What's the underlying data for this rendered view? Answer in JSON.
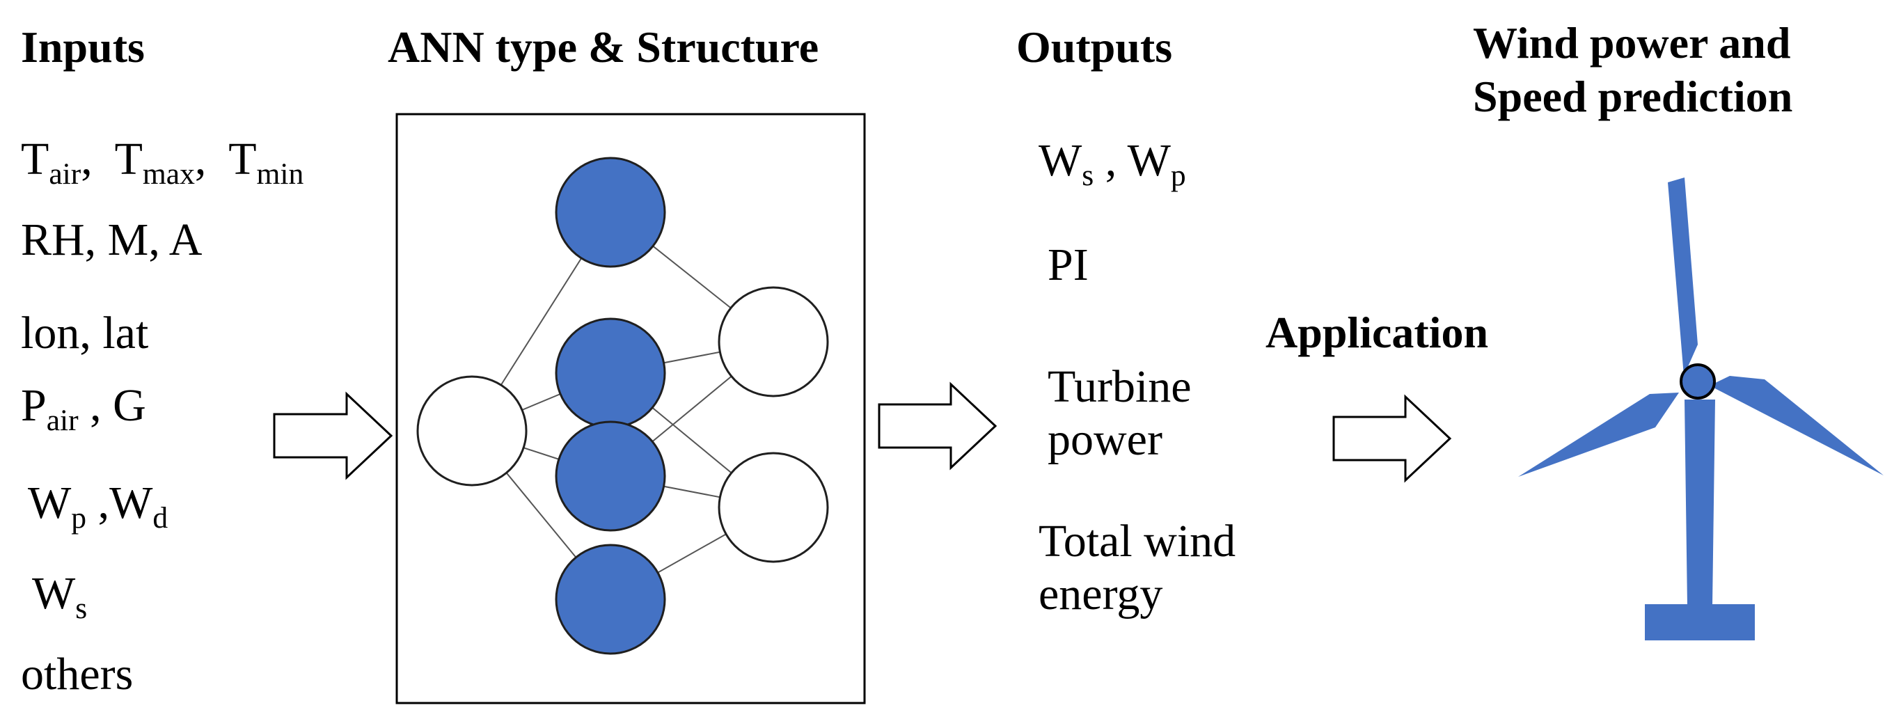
{
  "headings": {
    "inputs": "Inputs",
    "ann": "ANN type & Structure",
    "outputs": "Outputs",
    "prediction_line1": "Wind power and",
    "prediction_line2": "Speed prediction",
    "application": "Application"
  },
  "inputs": {
    "t_air": "T",
    "t_air_sub": "air",
    "t_air_sep": ",",
    "t_max": "T",
    "t_max_sub": "max",
    "t_max_sep": ",",
    "t_min": "T",
    "t_min_sub": "min",
    "rh_row": "RH,  M,  A",
    "lon_row": "lon,  lat",
    "p_air": "P",
    "p_air_sub": "air",
    "p_air_rest": " , G",
    "w_p": "W",
    "w_p_sub": "p",
    "w_p_sep": " ,",
    "w_d": "W",
    "w_d_sub": "d",
    "w_s": "W",
    "w_s_sub": "s",
    "others": "others"
  },
  "outputs": {
    "w_s": "W",
    "w_s_sub": "s",
    "w_s_sep": " , ",
    "w_p": "W",
    "w_p_sub": "p",
    "pi": "PI",
    "turbine_line1": "Turbine",
    "turbine_line2": "power",
    "energy_line1": "Total wind",
    "energy_line2": "energy"
  },
  "colors": {
    "hidden_node": "#4472c4",
    "node_stroke": "#1f1f1f",
    "turbine": "#4472c4",
    "line": "#555555"
  },
  "icons": [
    "arrow-right-icon",
    "wind-turbine-icon"
  ]
}
